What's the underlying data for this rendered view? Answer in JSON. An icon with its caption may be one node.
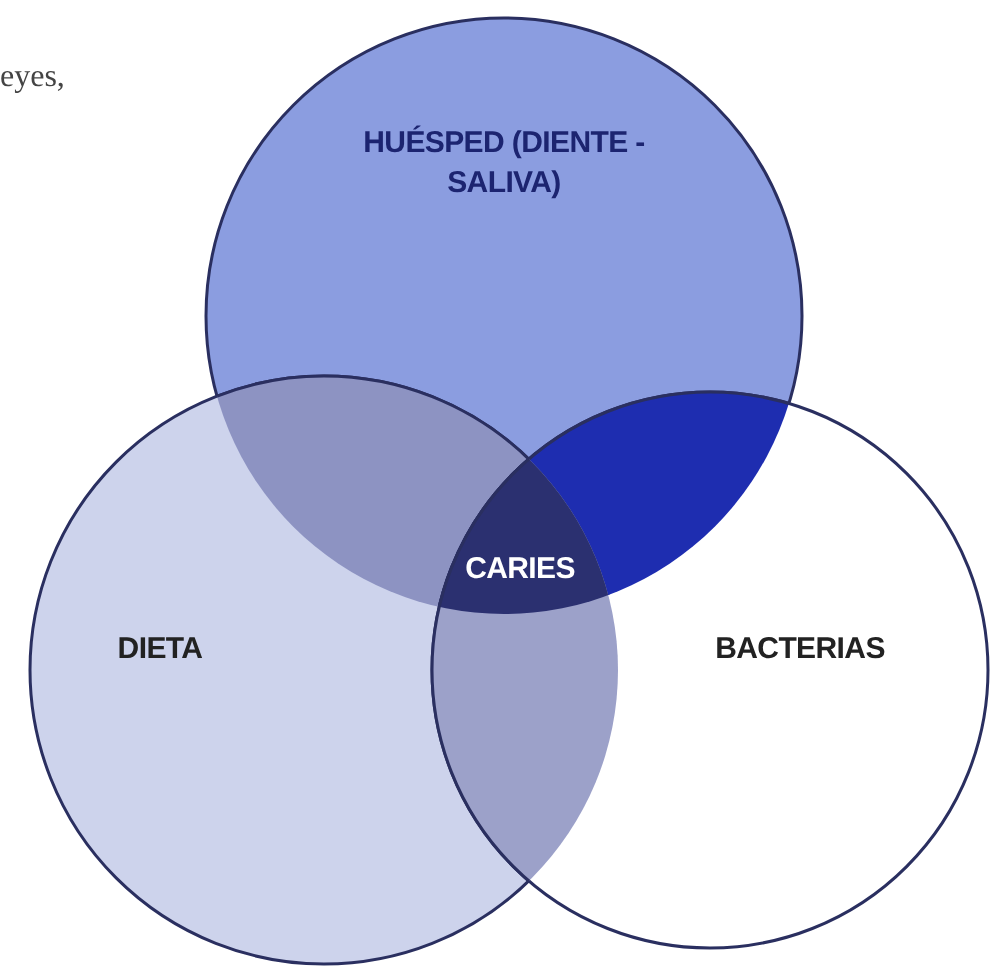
{
  "diagram": {
    "nodes": [
      {
        "text": [
          "HUÉSPED (DIENTE - SALIVA)"
        ]
      },
      {
        "text": [
          "DIETA"
        ]
      },
      {
        "text": [
          "BACTERIAS"
        ]
      },
      {
        "text": [
          "CARIES"
        ]
      }
    ],
    "labels": [
      "eyes,"
    ]
  }
}
